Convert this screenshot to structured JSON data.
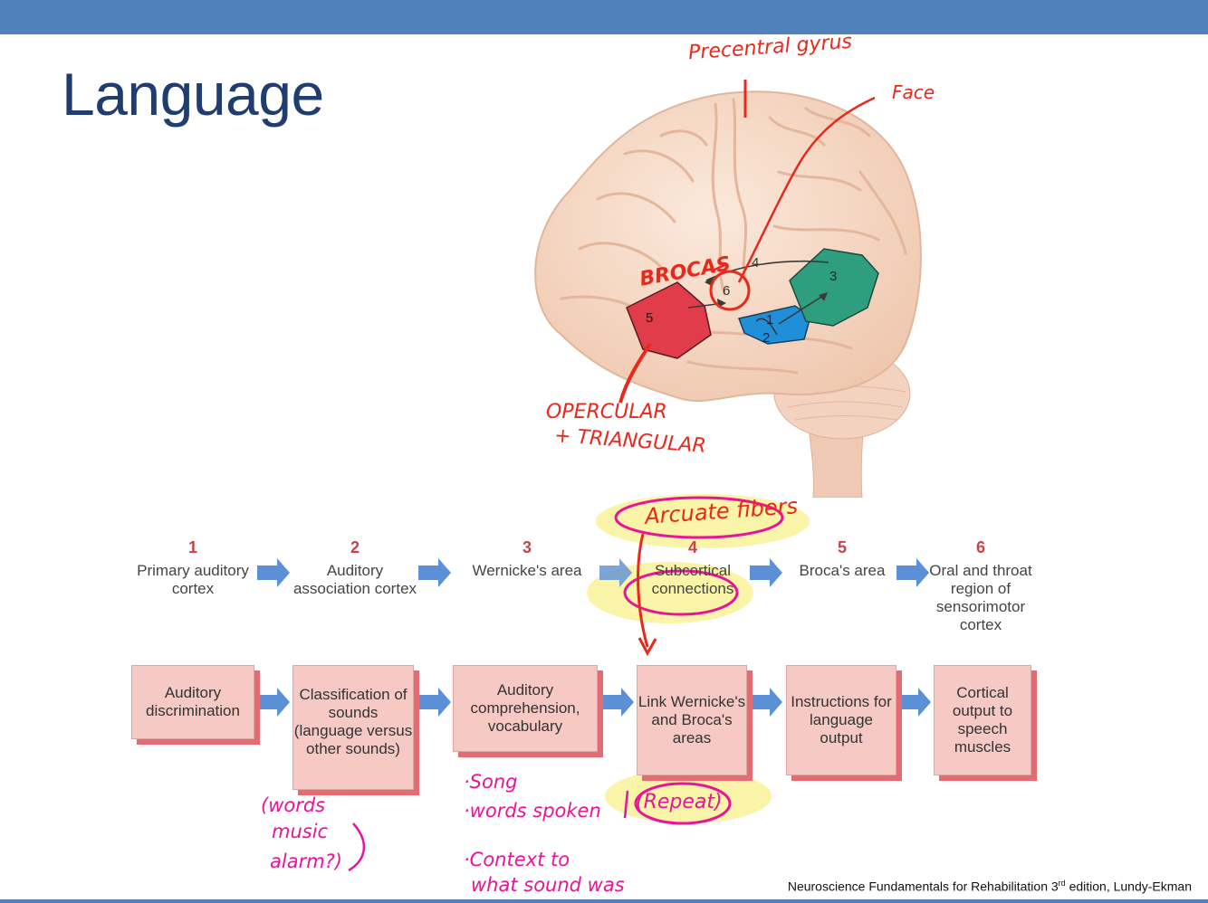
{
  "slide": {
    "title": "Language",
    "credit": "Neuroscience Fundamentals for Rehabilitation 3",
    "credit_sup": "rd",
    "credit_tail": " edition, Lundy-Ekman"
  },
  "brain": {
    "region_labels": [
      "1",
      "2",
      "3",
      "4",
      "5",
      "6"
    ],
    "colors": {
      "broca": "#e03c4a",
      "wernicke": "#2e9e7e",
      "auditory": "#1e8fd8"
    }
  },
  "steps": [
    {
      "num": "1",
      "label": "Primary auditory cortex"
    },
    {
      "num": "2",
      "label": "Auditory association cortex"
    },
    {
      "num": "3",
      "label": "Wernicke's area"
    },
    {
      "num": "4",
      "label": "Subcortical connections"
    },
    {
      "num": "5",
      "label": "Broca's area"
    },
    {
      "num": "6",
      "label": "Oral and throat region of sensorimotor cortex"
    }
  ],
  "functions": [
    "Auditory discrimination",
    "Classification of sounds (language versus other sounds)",
    "Auditory comprehension, vocabulary",
    "Link Wernicke's and Broca's areas",
    "Instructions for language output",
    "Cortical output to speech muscles"
  ],
  "handwritten": {
    "precentral": "Precentral gyrus",
    "face": "Face",
    "broca": "BROCAS",
    "opercular": "OPERCULAR",
    "triangular": "+ TRIANGULAR",
    "arcuate": "Arcuate fibers",
    "words_1": "(words",
    "words_2": "music",
    "words_3": "alarm?)",
    "song": "·Song",
    "spoken": "·words spoken",
    "context_1": "·Context to",
    "context_2": "what sound was",
    "repeat": "(Repeat)"
  },
  "colors": {
    "annotation_red": "#e8291c",
    "annotation_pink": "#e8159a",
    "highlight": "#f7f08a"
  }
}
